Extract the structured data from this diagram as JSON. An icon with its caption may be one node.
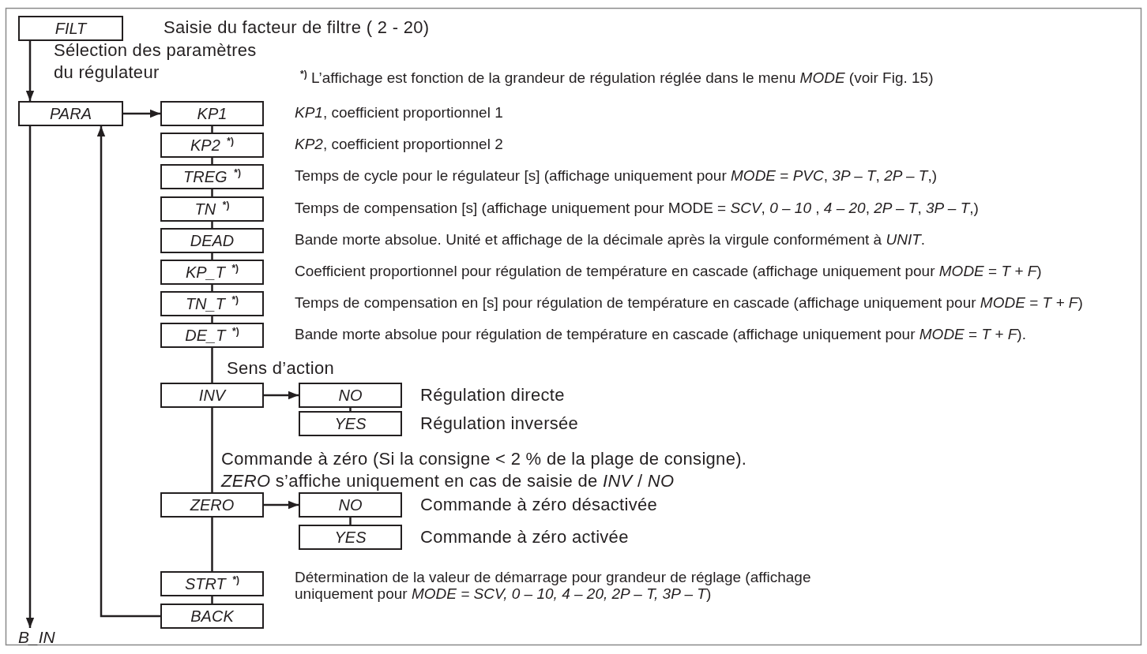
{
  "diagram": {
    "nodes": [
      {
        "text": [
          "FILT"
        ],
        "beside": [
          "Saisie du facteur de filtre ( 2 - 20)"
        ]
      },
      {
        "text": [
          "PARA"
        ]
      },
      {
        "text": [
          "KP1"
        ],
        "beside": [
          "*KP1*, coefficient proportionnel 1"
        ]
      },
      {
        "text": [
          "KP2 $^{*)}$"
        ],
        "beside": [
          "*KP2*, coefficient proportionnel 2"
        ]
      },
      {
        "text": [
          "TREG $^{*)}$"
        ],
        "beside": [
          "Temps de cycle pour le régulateur [s] (affichage uniquement pour *MODE* = *PVC*,  *3P – T*, *2P – T*,)"
        ]
      },
      {
        "text": [
          "TN $^{*)}$"
        ],
        "beside": [
          "Temps de compensation [s] (affichage uniquement pour MODE = *SCV*, *0 – 10* , *4 – 20*, *2P – T*, *3P – T*,)"
        ]
      },
      {
        "text": [
          "DEAD"
        ],
        "beside": [
          "Bande morte absolue. Unité et affichage de la décimale après la virgule conformément à *UNIT*."
        ]
      },
      {
        "text": [
          "KP_T $^{*)}$"
        ],
        "beside": [
          "Coefficient proportionnel pour régulation de température en cascade (affichage uniquement pour *MODE* = *T + F*)"
        ]
      },
      {
        "text": [
          "TN_T $^{*)}$"
        ],
        "beside": [
          "Temps de compensation en [s] pour régulation de température en cascade (affichage uniquement pour *MODE* = *T + F*)"
        ]
      },
      {
        "text": [
          "DE_T $^{*)}$"
        ],
        "beside": [
          "Bande morte absolue pour régulation de température en cascade (affichage uniquement pour *MODE* = *T + F*)."
        ]
      },
      {
        "text": [
          "INV"
        ]
      },
      {
        "text": [
          "NO"
        ],
        "beside": [
          "Régulation directe"
        ]
      },
      {
        "text": [
          "YES"
        ],
        "beside": [
          "Régulation inversée"
        ]
      },
      {
        "text": [
          "ZERO"
        ]
      },
      {
        "text": [
          "NO"
        ],
        "beside": [
          "Commande à zéro désactivée"
        ]
      },
      {
        "text": [
          "YES"
        ],
        "beside": [
          "Commande à zéro activée"
        ]
      },
      {
        "text": [
          "STRT $^{*)}$"
        ],
        "beside": [
          "Détermination de la valeur de démarrage pour grandeur de réglage (affichage uniquement pour *MODE = SCV, 0 – 10, 4 – 20, 2P – T, 3P – T*)"
        ]
      },
      {
        "text": [
          "BACK"
        ]
      },
      {
        "text": [
          "B_IN"
        ]
      }
    ],
    "edges": [
      {
        "from": 0,
        "to": 1,
        "arrow": "to"
      },
      {
        "from": 1,
        "to": 2,
        "arrow": "to"
      },
      {
        "from": 2,
        "to": 3,
        "arrow": "none"
      },
      {
        "from": 3,
        "to": 4,
        "arrow": "none"
      },
      {
        "from": 4,
        "to": 5,
        "arrow": "none"
      },
      {
        "from": 5,
        "to": 6,
        "arrow": "none"
      },
      {
        "from": 6,
        "to": 7,
        "arrow": "none"
      },
      {
        "from": 7,
        "to": 8,
        "arrow": "none"
      },
      {
        "from": 8,
        "to": 9,
        "arrow": "none"
      },
      {
        "from": 9,
        "to": 10,
        "arrow": "none"
      },
      {
        "from": 10,
        "to": 11,
        "arrow": "to"
      },
      {
        "from": 11,
        "to": 12,
        "arrow": "none"
      },
      {
        "from": 10,
        "to": 13,
        "arrow": "none"
      },
      {
        "from": 13,
        "to": 14,
        "arrow": "to"
      },
      {
        "from": 14,
        "to": 15,
        "arrow": "none"
      },
      {
        "from": 13,
        "to": 16,
        "arrow": "none"
      },
      {
        "from": 16,
        "to": 17,
        "arrow": "none"
      },
      {
        "from": 17,
        "to": 1,
        "arrow": "to"
      },
      {
        "from": 1,
        "to": 18,
        "arrow": "to"
      }
    ],
    "labels": [
      "Sélection des paramètres du régulateur",
      "$^{*)}$ L’affichage est fonction de la grandeur de régulation réglée dans le menu *MODE* (voir Fig. 15)",
      "Sens d’action",
      "Commande à zéro (Si la consigne < 2 % de la plage de consigne).",
      "*ZERO* s’affiche uniquement en cas de saisie de *INV* / *NO*"
    ]
  }
}
